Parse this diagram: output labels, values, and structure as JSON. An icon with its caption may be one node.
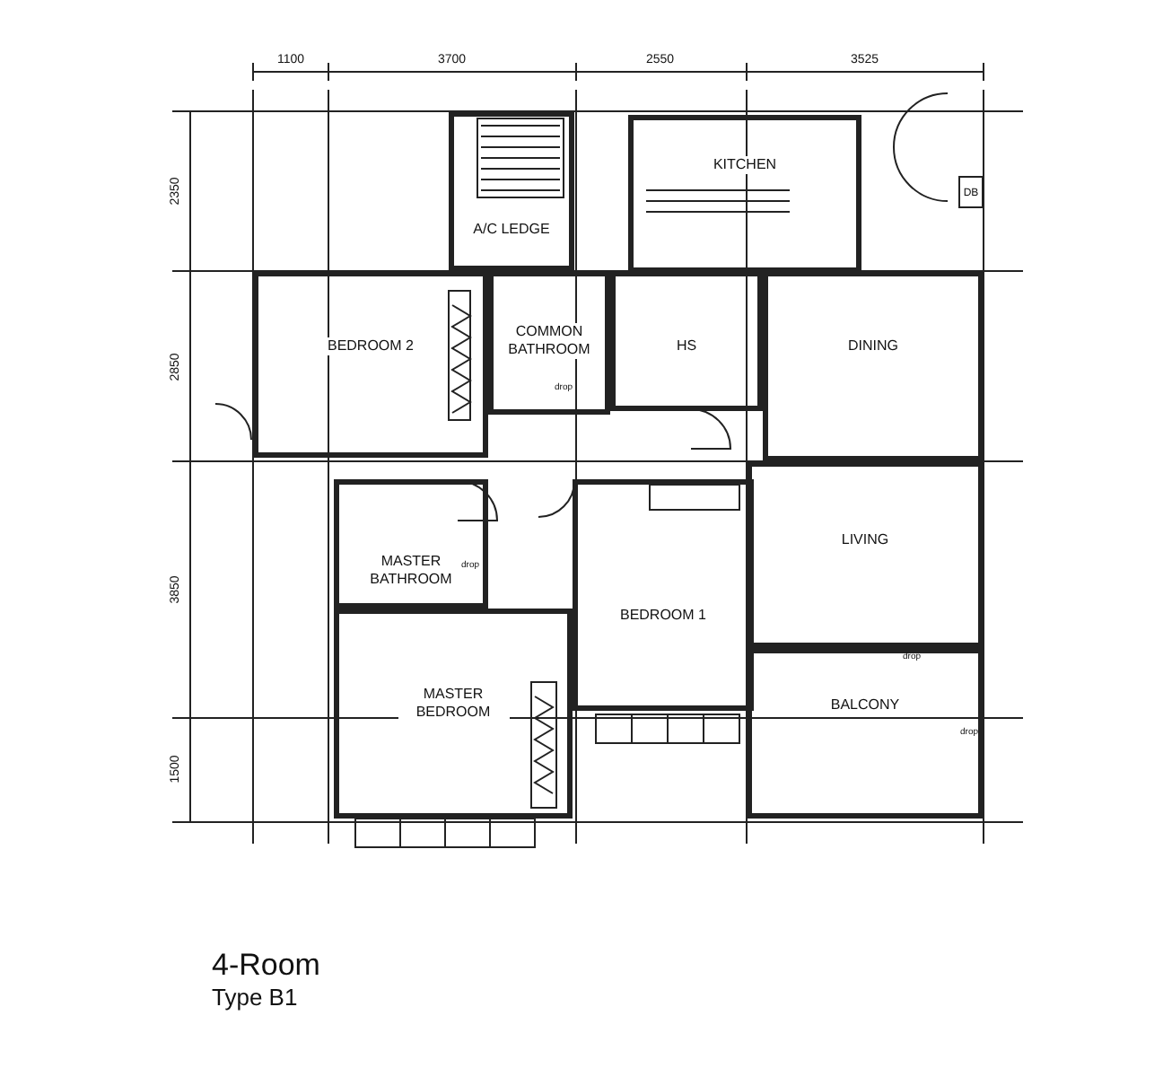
{
  "diagram": {
    "title": "4-Room",
    "caption": "Type B1",
    "nodes": [
      {
        "text": [
          "KITCHEN"
        ]
      },
      {
        "text": [
          "DB"
        ]
      },
      {
        "text": [
          "A/C LEDGE"
        ]
      },
      {
        "text": [
          "BEDROOM 2"
        ]
      },
      {
        "text": [
          "COMMON BATHROOM"
        ]
      },
      {
        "text": [
          "HS"
        ]
      },
      {
        "text": [
          "DINING"
        ]
      },
      {
        "text": [
          "MASTER BATHROOM"
        ]
      },
      {
        "text": [
          "LIVING"
        ]
      },
      {
        "text": [
          "BEDROOM 1"
        ]
      },
      {
        "text": [
          "MASTER BEDROOM"
        ]
      },
      {
        "text": [
          "BALCONY"
        ]
      }
    ],
    "edges": [],
    "labels": [
      "1100",
      "3700",
      "2550",
      "3525",
      "2350",
      "2850",
      "3850",
      "1500",
      "drop",
      "drop",
      "drop",
      "drop"
    ]
  }
}
